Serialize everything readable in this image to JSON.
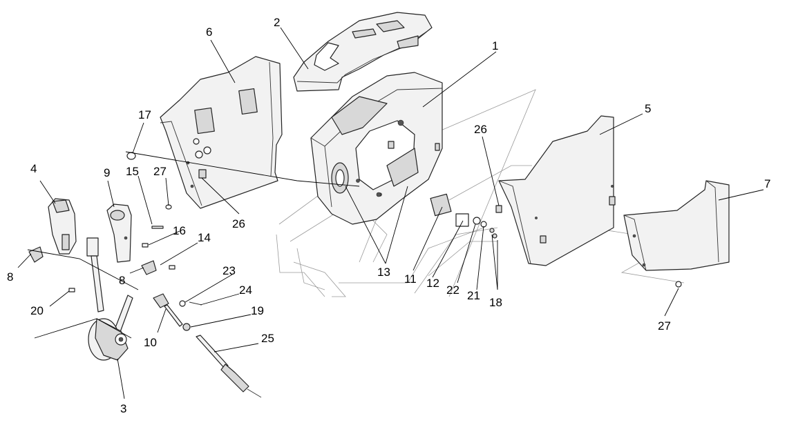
{
  "callouts": {
    "c1": "1",
    "c2": "2",
    "c3": "3",
    "c4": "4",
    "c5": "5",
    "c6": "6",
    "c7": "7",
    "c8a": "8",
    "c8b": "8",
    "c9": "9",
    "c10": "10",
    "c11": "11",
    "c12": "12",
    "c13": "13",
    "c14": "14",
    "c15": "15",
    "c16": "16",
    "c17": "17",
    "c18": "18",
    "c19": "19",
    "c20": "20",
    "c21": "21",
    "c22": "22",
    "c23": "23",
    "c24": "24",
    "c25": "25",
    "c26a": "26",
    "c26b": "26",
    "c27a": "27",
    "c27b": "27"
  }
}
